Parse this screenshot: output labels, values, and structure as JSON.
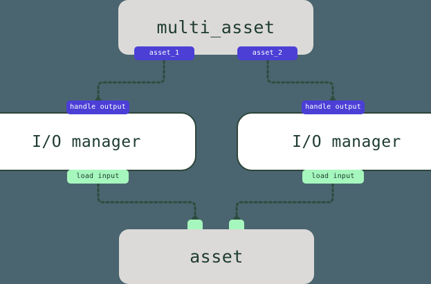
{
  "diagram": {
    "background_color": "#4a656f",
    "edge_color": "#2d4c3d",
    "nodes": {
      "multi_asset": {
        "label": "multi_asset",
        "fill": "#dcdad8",
        "outputs": [
          {
            "label": "asset_1",
            "color": "#4b3fd6"
          },
          {
            "label": "asset_2",
            "color": "#4b3fd6"
          }
        ]
      },
      "io_manager_left": {
        "label": "I/O manager",
        "fill": "#ffffff",
        "border": "#2d453a",
        "input_handle": {
          "label": "handle output",
          "color": "#4b3fd6"
        },
        "output_handle": {
          "label": "load input",
          "color": "#a6f7bd"
        }
      },
      "io_manager_right": {
        "label": "I/O manager",
        "fill": "#ffffff",
        "border": "#2d453a",
        "input_handle": {
          "label": "handle output",
          "color": "#4b3fd6"
        },
        "output_handle": {
          "label": "load input",
          "color": "#a6f7bd"
        }
      },
      "asset": {
        "label": "asset",
        "fill": "#dcdad8",
        "inputs": [
          {
            "label": "",
            "color": "#a6f7bd"
          },
          {
            "label": "",
            "color": "#a6f7bd"
          }
        ]
      }
    },
    "edges": [
      {
        "from": "asset_1",
        "to": "handle output (left I/O manager)",
        "style": "dotted",
        "arrow": "diamond"
      },
      {
        "from": "asset_2",
        "to": "handle output (right I/O manager)",
        "style": "dotted",
        "arrow": "diamond"
      },
      {
        "from": "load input (left I/O manager)",
        "to": "asset input 1",
        "style": "dotted",
        "arrow": "diamond"
      },
      {
        "from": "load input (right I/O manager)",
        "to": "asset input 2",
        "style": "dotted",
        "arrow": "diamond"
      }
    ]
  }
}
